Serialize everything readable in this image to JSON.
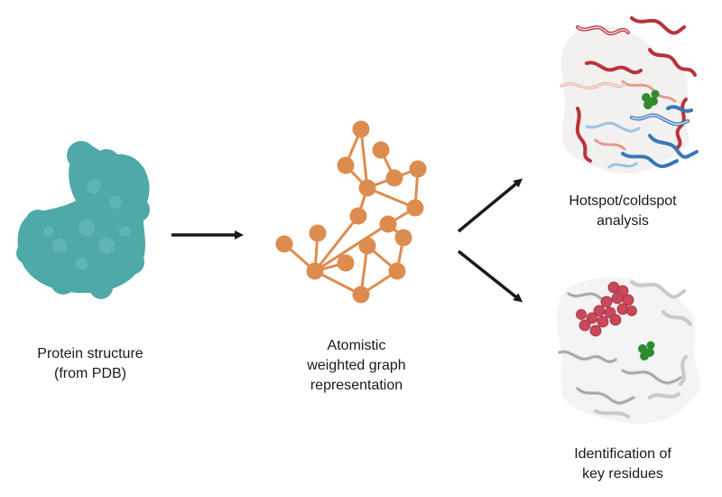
{
  "colors": {
    "protein_teal": "#4fa9a8",
    "graph_orange": "#dd8c4f",
    "arrow": "#1a1a1a",
    "hotspot_red": "#b8333b",
    "coldspot_blue": "#3a78b5",
    "residue_red": "#c9485a",
    "ligand_green": "#2e8b2e",
    "ribbon_grey": "#c9c9c9"
  },
  "steps": {
    "protein": {
      "line1": "Protein structure",
      "line2": "(from PDB)"
    },
    "graph": {
      "line1": "Atomistic",
      "line2": "weighted graph",
      "line3": "representation"
    },
    "hotspot": {
      "line1": "Hotspot/coldspot",
      "line2": "analysis"
    },
    "key_residues": {
      "line1": "Identification of",
      "line2": "key residues"
    }
  },
  "icons": {
    "protein": "protein-blob-icon",
    "graph": "weighted-graph-icon",
    "hotspot": "hotspot-coloured-protein-ribbon",
    "key_residues": "key-residue-protein-ribbon"
  }
}
